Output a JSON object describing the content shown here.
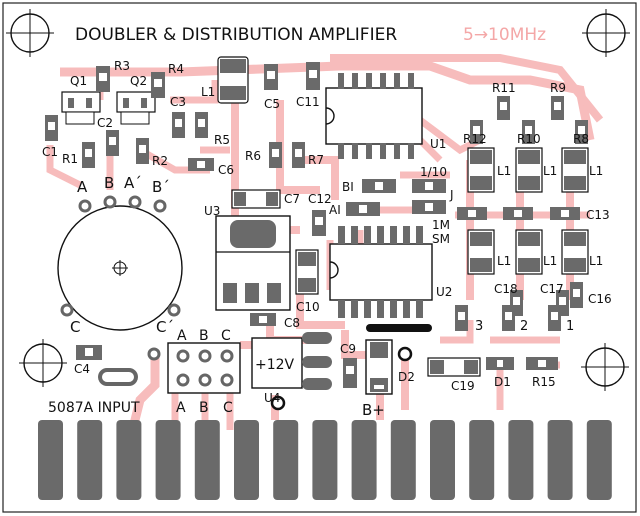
{
  "board": {
    "title": "DOUBLER & DISTRIBUTION AMPLIFIER",
    "freq_label": "5→10MHz",
    "input_label": "5087A INPUT",
    "voltage_label": "+12V",
    "bplus_label": "B+"
  },
  "colors": {
    "copper_pad": "#6a6a6a",
    "trace": "#f7bcbc",
    "silkscreen": "#111111",
    "freq_text": "#f4a7a7"
  },
  "designators": {
    "Q1": "Q1",
    "Q2": "Q2",
    "R3": "R3",
    "R4": "R4",
    "L1_top": "L1",
    "C5": "C5",
    "C11": "C11",
    "U1": "U1",
    "R11": "R11",
    "R9": "R9",
    "R12": "R12",
    "R10": "R10",
    "R8": "R8",
    "C1": "C1",
    "C2": "C2",
    "C3": "C3",
    "R1": "R1",
    "R2": "R2",
    "R5": "R5",
    "C6": "C6",
    "R6": "R6",
    "R7": "R7",
    "BI": "BI",
    "div": "1/10",
    "J": "J",
    "L1_r1": "L1",
    "L1_r2": "L1",
    "L1_r3": "L1",
    "C7": "C7",
    "C12": "C12",
    "AI": "AI",
    "M1": "1M",
    "SM": "SM",
    "C13": "C13",
    "U3": "U3",
    "L1_r4": "L1",
    "L1_r5": "L1",
    "L1_r6": "L1",
    "C10": "C10",
    "U2": "U2",
    "C18": "C18",
    "C17": "C17",
    "C16": "C16",
    "out3": "3",
    "out2": "2",
    "out1": "1",
    "C8": "C8",
    "C9": "C9",
    "U4": "U4",
    "D2": "D2",
    "C19": "C19",
    "D1": "D1",
    "R15": "R15",
    "C4": "C4"
  },
  "ports": {
    "top": [
      "A",
      "B",
      "A´",
      "B´"
    ],
    "mid_left": "C",
    "mid_right": "C´",
    "header_top": [
      "A",
      "B",
      "C"
    ],
    "header_bottom": [
      "A",
      "B",
      "C"
    ]
  },
  "edge_connector": {
    "finger_count": 15
  }
}
